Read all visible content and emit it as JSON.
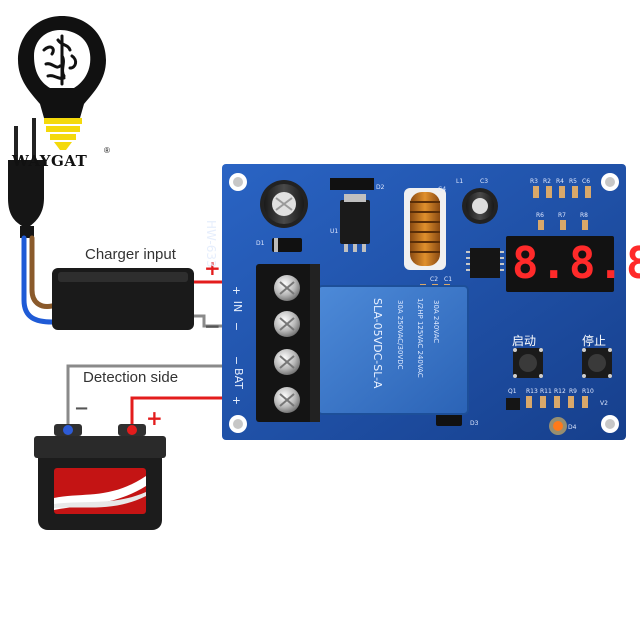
{
  "brand": {
    "logo_text": "WAYGAT",
    "registered_mark": "®"
  },
  "labels": {
    "charger_input": "Charger input",
    "detection_side": "Detection side"
  },
  "polarity": {
    "charger_plus": "+",
    "charger_minus": "−",
    "battery_minus": "−",
    "battery_plus": "+"
  },
  "board": {
    "model": "HW-633",
    "in_label": "IN",
    "bat_label": "BAT",
    "in_plus": "+",
    "in_minus": "−",
    "bat_minus": "−",
    "bat_plus": "+",
    "display_value": "8.8.8",
    "start_button_label": "启动",
    "stop_button_label": "停止",
    "relay_model": "SLA-05VDC-SL-A",
    "relay_rating_1": "30A 250VAC/30VDC",
    "relay_rating_2": "1/2HP 125VAC 240VAC",
    "relay_rating_3": "30A 240VAC",
    "component_refs": [
      "D2",
      "C4",
      "L1",
      "C3",
      "R3",
      "R2",
      "R4",
      "R5",
      "C6",
      "R6",
      "R7",
      "R8",
      "D1",
      "U1",
      "C2",
      "C1",
      "Q1",
      "R13",
      "R11",
      "R12",
      "R9",
      "R10",
      "V2",
      "D3",
      "D4"
    ]
  },
  "colors": {
    "board_blue": "#1f4fa6",
    "wire_red": "#e31c1c",
    "wire_gray": "#8a8a8a",
    "wire_blue": "#1f5bd6",
    "wire_brown": "#8a5a2b",
    "led_red": "#ff2a2a",
    "relay_blue": "#3a77c9"
  }
}
